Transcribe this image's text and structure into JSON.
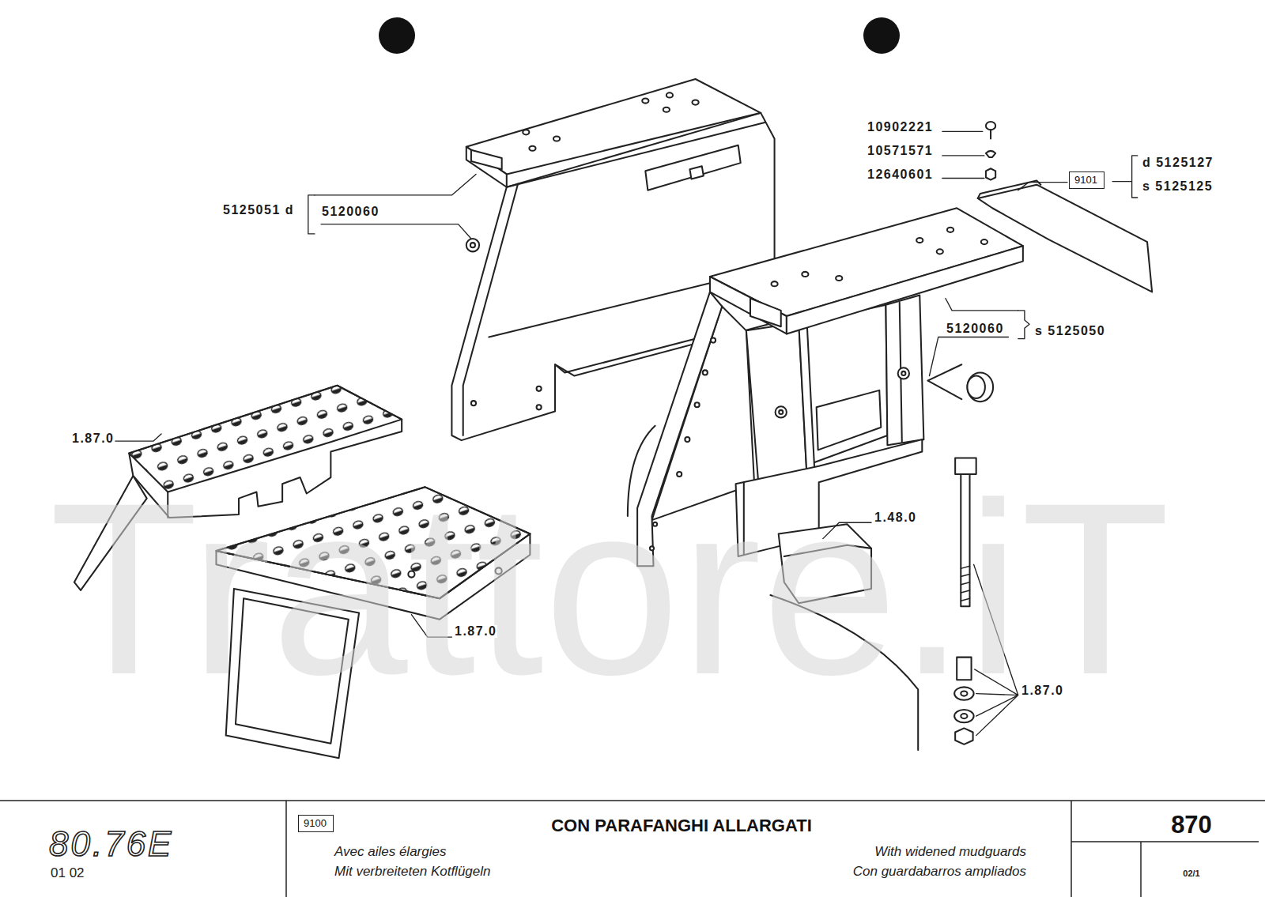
{
  "diagram": {
    "title": "CON PARAFANGHI ALLARGATI",
    "nodes": [
      {
        "text": [
          "9101"
        ]
      },
      {
        "text": [
          "9100"
        ]
      }
    ],
    "labels": [
      "10902221",
      "10571571",
      "12640601",
      "d 5125127",
      "s 5125125",
      "5125051 d",
      "5120060",
      "5120060",
      "s 5125050",
      "1.87.0",
      "1.87.0",
      "1.48.0",
      "1.87.0",
      "Trattore.iT",
      "80.76E",
      "01 02",
      "Avec ailes élargies",
      "Mit verbreiteten Kotflügeln",
      "With widened mudguards",
      "Con guardabarros ampliados",
      "870",
      "02/1"
    ]
  }
}
